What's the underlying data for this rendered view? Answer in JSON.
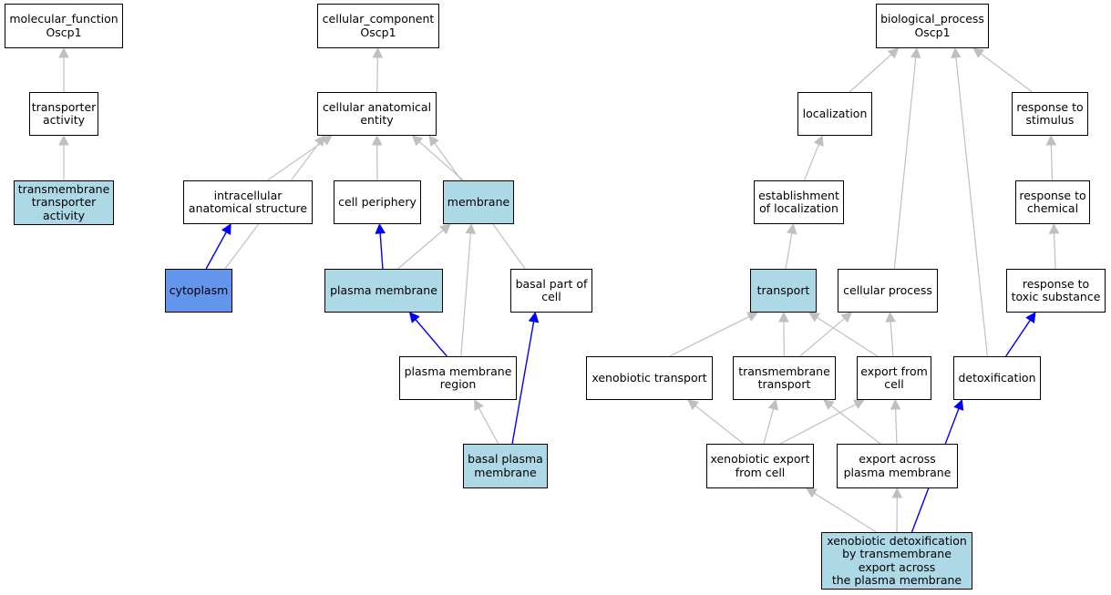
{
  "colors": {
    "highlight": "#add8e6",
    "selected": "#6495ed",
    "edge_gray": "#c0c0c0",
    "edge_blue": "#0000ff"
  },
  "nodes": {
    "mf_root": {
      "label": "molecular_function\nOscp1",
      "style": "normal"
    },
    "transporter_activity": {
      "label": "transporter\nactivity",
      "style": "normal"
    },
    "tm_transporter_activity": {
      "label": "transmembrane\ntransporter\nactivity",
      "style": "highlight"
    },
    "cc_root": {
      "label": "cellular_component\nOscp1",
      "style": "normal"
    },
    "cellular_anatomical_entity": {
      "label": "cellular anatomical\nentity",
      "style": "normal"
    },
    "intracellular_anatomical_structure": {
      "label": "intracellular\nanatomical structure",
      "style": "normal"
    },
    "cell_periphery": {
      "label": "cell periphery",
      "style": "normal"
    },
    "membrane": {
      "label": "membrane",
      "style": "highlight"
    },
    "cytoplasm": {
      "label": "cytoplasm",
      "style": "selected"
    },
    "plasma_membrane": {
      "label": "plasma membrane",
      "style": "highlight"
    },
    "basal_part_of_cell": {
      "label": "basal part of\ncell",
      "style": "normal"
    },
    "plasma_membrane_region": {
      "label": "plasma membrane\nregion",
      "style": "normal"
    },
    "basal_plasma_membrane": {
      "label": "basal plasma\nmembrane",
      "style": "highlight"
    },
    "bp_root": {
      "label": "biological_process\nOscp1",
      "style": "normal"
    },
    "localization": {
      "label": "localization",
      "style": "normal"
    },
    "response_to_stimulus": {
      "label": "response to\nstimulus",
      "style": "normal"
    },
    "establishment_of_localization": {
      "label": "establishment\nof localization",
      "style": "normal"
    },
    "response_to_chemical": {
      "label": "response to\nchemical",
      "style": "normal"
    },
    "transport": {
      "label": "transport",
      "style": "highlight"
    },
    "cellular_process": {
      "label": "cellular process",
      "style": "normal"
    },
    "response_to_toxic_substance": {
      "label": "response to\ntoxic substance",
      "style": "normal"
    },
    "xenobiotic_transport": {
      "label": "xenobiotic transport",
      "style": "normal"
    },
    "transmembrane_transport": {
      "label": "transmembrane\ntransport",
      "style": "normal"
    },
    "export_from_cell": {
      "label": "export from\ncell",
      "style": "normal"
    },
    "detoxification": {
      "label": "detoxification",
      "style": "normal"
    },
    "xenobiotic_export_from_cell": {
      "label": "xenobiotic export\nfrom cell",
      "style": "normal"
    },
    "export_across_plasma_membrane": {
      "label": "export across\nplasma membrane",
      "style": "normal"
    },
    "xenobiotic_detox_by_tm_export": {
      "label": "xenobiotic detoxification\nby transmembrane\nexport across\nthe plasma membrane",
      "style": "highlight"
    }
  },
  "edges": [
    {
      "from": "transporter_activity",
      "to": "mf_root",
      "color": "gray"
    },
    {
      "from": "tm_transporter_activity",
      "to": "transporter_activity",
      "color": "gray"
    },
    {
      "from": "cellular_anatomical_entity",
      "to": "cc_root",
      "color": "gray"
    },
    {
      "from": "intracellular_anatomical_structure",
      "to": "cellular_anatomical_entity",
      "color": "gray"
    },
    {
      "from": "cell_periphery",
      "to": "cellular_anatomical_entity",
      "color": "gray"
    },
    {
      "from": "membrane",
      "to": "cellular_anatomical_entity",
      "color": "gray"
    },
    {
      "from": "cytoplasm",
      "to": "cellular_anatomical_entity",
      "color": "gray"
    },
    {
      "from": "basal_part_of_cell",
      "to": "cellular_anatomical_entity",
      "color": "gray"
    },
    {
      "from": "cytoplasm",
      "to": "intracellular_anatomical_structure",
      "color": "blue"
    },
    {
      "from": "plasma_membrane",
      "to": "cell_periphery",
      "color": "blue"
    },
    {
      "from": "plasma_membrane",
      "to": "membrane",
      "color": "gray"
    },
    {
      "from": "plasma_membrane_region",
      "to": "membrane",
      "color": "gray"
    },
    {
      "from": "plasma_membrane_region",
      "to": "plasma_membrane",
      "color": "blue"
    },
    {
      "from": "basal_plasma_membrane",
      "to": "plasma_membrane_region",
      "color": "gray"
    },
    {
      "from": "basal_plasma_membrane",
      "to": "basal_part_of_cell",
      "color": "blue"
    },
    {
      "from": "localization",
      "to": "bp_root",
      "color": "gray"
    },
    {
      "from": "response_to_stimulus",
      "to": "bp_root",
      "color": "gray"
    },
    {
      "from": "cellular_process",
      "to": "bp_root",
      "color": "gray"
    },
    {
      "from": "detoxification",
      "to": "bp_root",
      "color": "gray"
    },
    {
      "from": "establishment_of_localization",
      "to": "localization",
      "color": "gray"
    },
    {
      "from": "response_to_chemical",
      "to": "response_to_stimulus",
      "color": "gray"
    },
    {
      "from": "transport",
      "to": "establishment_of_localization",
      "color": "gray"
    },
    {
      "from": "response_to_toxic_substance",
      "to": "response_to_chemical",
      "color": "gray"
    },
    {
      "from": "xenobiotic_transport",
      "to": "transport",
      "color": "gray"
    },
    {
      "from": "transmembrane_transport",
      "to": "transport",
      "color": "gray"
    },
    {
      "from": "export_from_cell",
      "to": "transport",
      "color": "gray"
    },
    {
      "from": "transmembrane_transport",
      "to": "cellular_process",
      "color": "gray"
    },
    {
      "from": "export_from_cell",
      "to": "cellular_process",
      "color": "gray"
    },
    {
      "from": "detoxification",
      "to": "response_to_toxic_substance",
      "color": "blue"
    },
    {
      "from": "xenobiotic_export_from_cell",
      "to": "xenobiotic_transport",
      "color": "gray"
    },
    {
      "from": "xenobiotic_export_from_cell",
      "to": "transmembrane_transport",
      "color": "gray"
    },
    {
      "from": "xenobiotic_export_from_cell",
      "to": "export_from_cell",
      "color": "gray"
    },
    {
      "from": "export_across_plasma_membrane",
      "to": "transmembrane_transport",
      "color": "gray"
    },
    {
      "from": "export_across_plasma_membrane",
      "to": "export_from_cell",
      "color": "gray"
    },
    {
      "from": "xenobiotic_detox_by_tm_export",
      "to": "xenobiotic_export_from_cell",
      "color": "gray"
    },
    {
      "from": "xenobiotic_detox_by_tm_export",
      "to": "export_across_plasma_membrane",
      "color": "gray"
    },
    {
      "from": "xenobiotic_detox_by_tm_export",
      "to": "detoxification",
      "color": "blue"
    }
  ]
}
